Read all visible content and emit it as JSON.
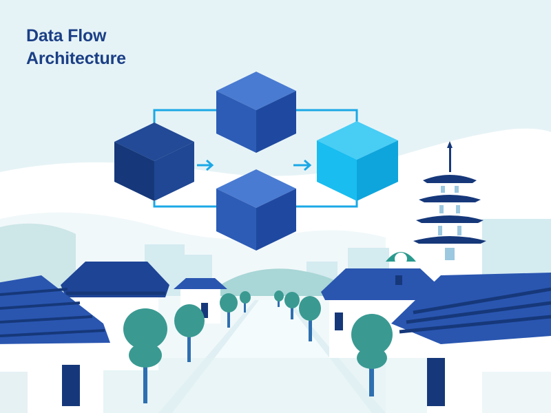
{
  "title": {
    "line1": "Data Flow",
    "line2": "Architecture"
  },
  "colors": {
    "sky": "#e6f3f6",
    "hill": "#ffffff",
    "navy": "#17397a",
    "royal": "#2f5fba",
    "cyan": "#17b7ec",
    "connector": "#1aa8e6",
    "roof": "#2a56b0",
    "tree": "#3a9a92",
    "tree_trunk": "#2e6fb0",
    "wall": "#ffffff",
    "far_building": "#d4ebf0"
  },
  "diagram": {
    "nodes": [
      {
        "id": "source",
        "color_key": "navy"
      },
      {
        "id": "process-top",
        "color_key": "royal"
      },
      {
        "id": "process-bottom",
        "color_key": "royal"
      },
      {
        "id": "destination",
        "color_key": "cyan"
      }
    ],
    "edges": [
      {
        "from": "source",
        "to": "process-top"
      },
      {
        "from": "source",
        "to": "process-bottom"
      },
      {
        "from": "process-top",
        "to": "destination"
      },
      {
        "from": "process-bottom",
        "to": "destination"
      }
    ]
  },
  "scene": {
    "pagoda_icon": "pagoda-icon",
    "tree_icon": "tree-icon",
    "house_icon": "hanok-house-icon"
  }
}
